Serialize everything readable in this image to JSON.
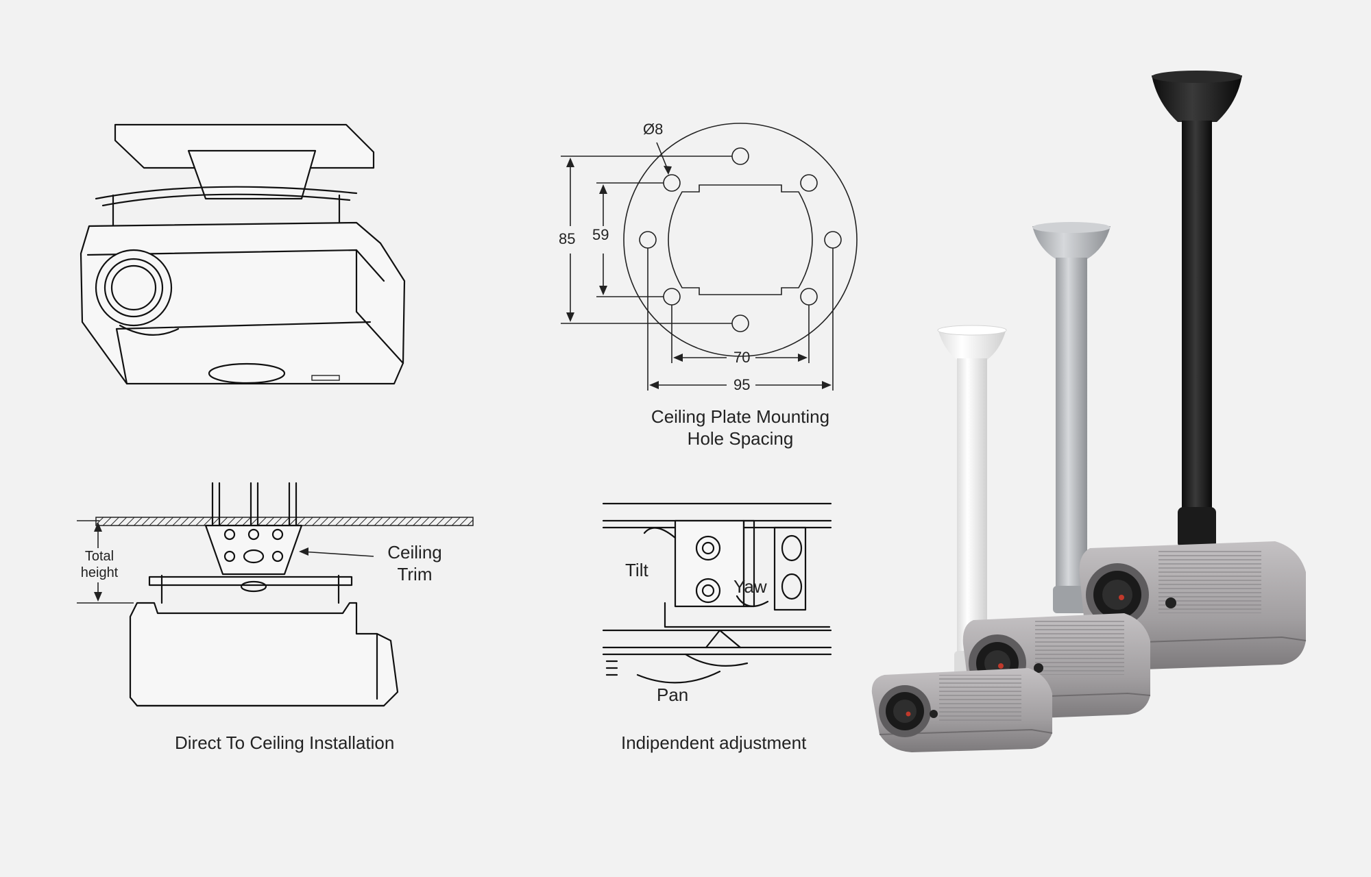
{
  "diagram": {
    "ceiling_plate": {
      "diameter_label": "Ø8",
      "dim_85": "85",
      "dim_59": "59",
      "dim_70": "70",
      "dim_95": "95",
      "caption_line1": "Ceiling Plate Mounting",
      "caption_line2": "Hole Spacing"
    },
    "installation": {
      "total_line1": "Total",
      "total_line2": "height",
      "trim_line1": "Ceiling",
      "trim_line2": "Trim",
      "caption": "Direct To Ceiling Installation"
    },
    "adjustment": {
      "tilt": "Tilt",
      "yaw": "Yaw",
      "pan": "Pan",
      "caption": "Indipendent adjustment"
    }
  },
  "colors": {
    "background": "#f2f2f2",
    "pole_white": "#f4f4f4",
    "pole_silver": "#b9bcc0",
    "pole_black": "#1e1e1e",
    "projector_body": "#a7a4a6"
  }
}
